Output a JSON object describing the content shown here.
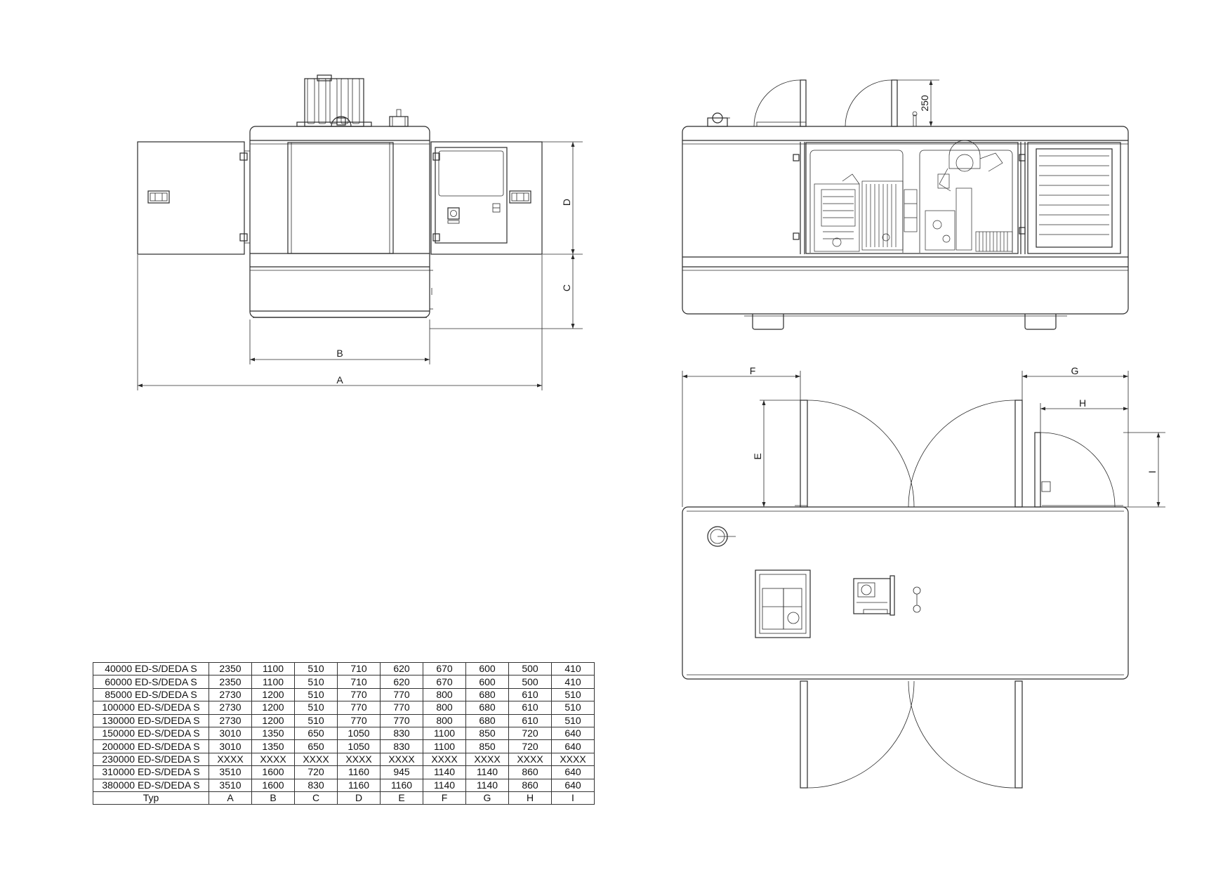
{
  "dimension_labels": {
    "A": "A",
    "B": "B",
    "C": "C",
    "D": "D",
    "E": "E",
    "F": "F",
    "G": "G",
    "H": "H",
    "I": "I",
    "top_clearance": "250"
  },
  "table": {
    "columns": [
      "Typ",
      "A",
      "B",
      "C",
      "D",
      "E",
      "F",
      "G",
      "H",
      "I"
    ],
    "rows": [
      [
        "40000 ED-S/DEDA S",
        "2350",
        "1100",
        "510",
        "710",
        "620",
        "670",
        "600",
        "500",
        "410"
      ],
      [
        "60000 ED-S/DEDA S",
        "2350",
        "1100",
        "510",
        "710",
        "620",
        "670",
        "600",
        "500",
        "410"
      ],
      [
        "85000 ED-S/DEDA S",
        "2730",
        "1200",
        "510",
        "770",
        "770",
        "800",
        "680",
        "610",
        "510"
      ],
      [
        "100000 ED-S/DEDA S",
        "2730",
        "1200",
        "510",
        "770",
        "770",
        "800",
        "680",
        "610",
        "510"
      ],
      [
        "130000 ED-S/DEDA S",
        "2730",
        "1200",
        "510",
        "770",
        "770",
        "800",
        "680",
        "610",
        "510"
      ],
      [
        "150000 ED-S/DEDA S",
        "3010",
        "1350",
        "650",
        "1050",
        "830",
        "1100",
        "850",
        "720",
        "640"
      ],
      [
        "200000 ED-S/DEDA S",
        "3010",
        "1350",
        "650",
        "1050",
        "830",
        "1100",
        "850",
        "720",
        "640"
      ],
      [
        "230000 ED-S/DEDA S",
        "XXXX",
        "XXXX",
        "XXXX",
        "XXXX",
        "XXXX",
        "XXXX",
        "XXXX",
        "XXXX",
        "XXXX"
      ],
      [
        "310000 ED-S/DEDA S",
        "3510",
        "1600",
        "720",
        "1160",
        "945",
        "1140",
        "1140",
        "860",
        "640"
      ],
      [
        "380000 ED-S/DEDA S",
        "3510",
        "1600",
        "830",
        "1160",
        "1160",
        "1140",
        "1140",
        "860",
        "640"
      ]
    ]
  }
}
